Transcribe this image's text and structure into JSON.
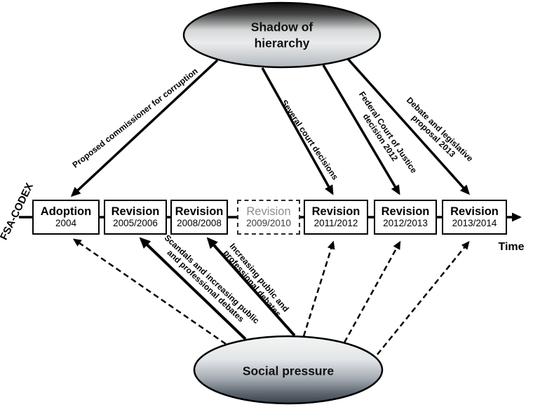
{
  "top_ellipse": {
    "label": "Shadow of\nhierarchy"
  },
  "bottom_ellipse": {
    "label": "Social pressure"
  },
  "axis": {
    "y_label": "FSA-CODEX",
    "x_label": "Time"
  },
  "timeline": [
    {
      "title": "Adoption",
      "year": "2004",
      "style": "solid"
    },
    {
      "title": "Revision",
      "year": "2005/2006",
      "style": "solid"
    },
    {
      "title": "Revision",
      "year": "2008/2008",
      "style": "solid"
    },
    {
      "title": "Revision",
      "year": "2009/2010",
      "style": "dashed"
    },
    {
      "title": "Revision",
      "year": "2011/2012",
      "style": "solid"
    },
    {
      "title": "Revision",
      "year": "2012/2013",
      "style": "solid"
    },
    {
      "title": "Revision",
      "year": "2013/2014",
      "style": "solid"
    }
  ],
  "arrow_labels": {
    "top": [
      "Proposed commissioner for corruption",
      "Several court decisions",
      "Federal Court of Justice\ndecision 2012",
      "Debate and legislative\nproposal 2013"
    ],
    "bottom": [
      "Scandals and increasing public\nand professional debates",
      "Increasing public and\nprofessional debates"
    ]
  },
  "colors": {
    "line": "#000000",
    "box_border": "#000000",
    "dashed_box_title": "#8f8f8f",
    "top_ellipse_dark": "#0d0d0d",
    "top_ellipse_light": "#ebeced",
    "bottom_ellipse_light": "#f4f4f4",
    "bottom_ellipse_dark": "#39414b"
  }
}
